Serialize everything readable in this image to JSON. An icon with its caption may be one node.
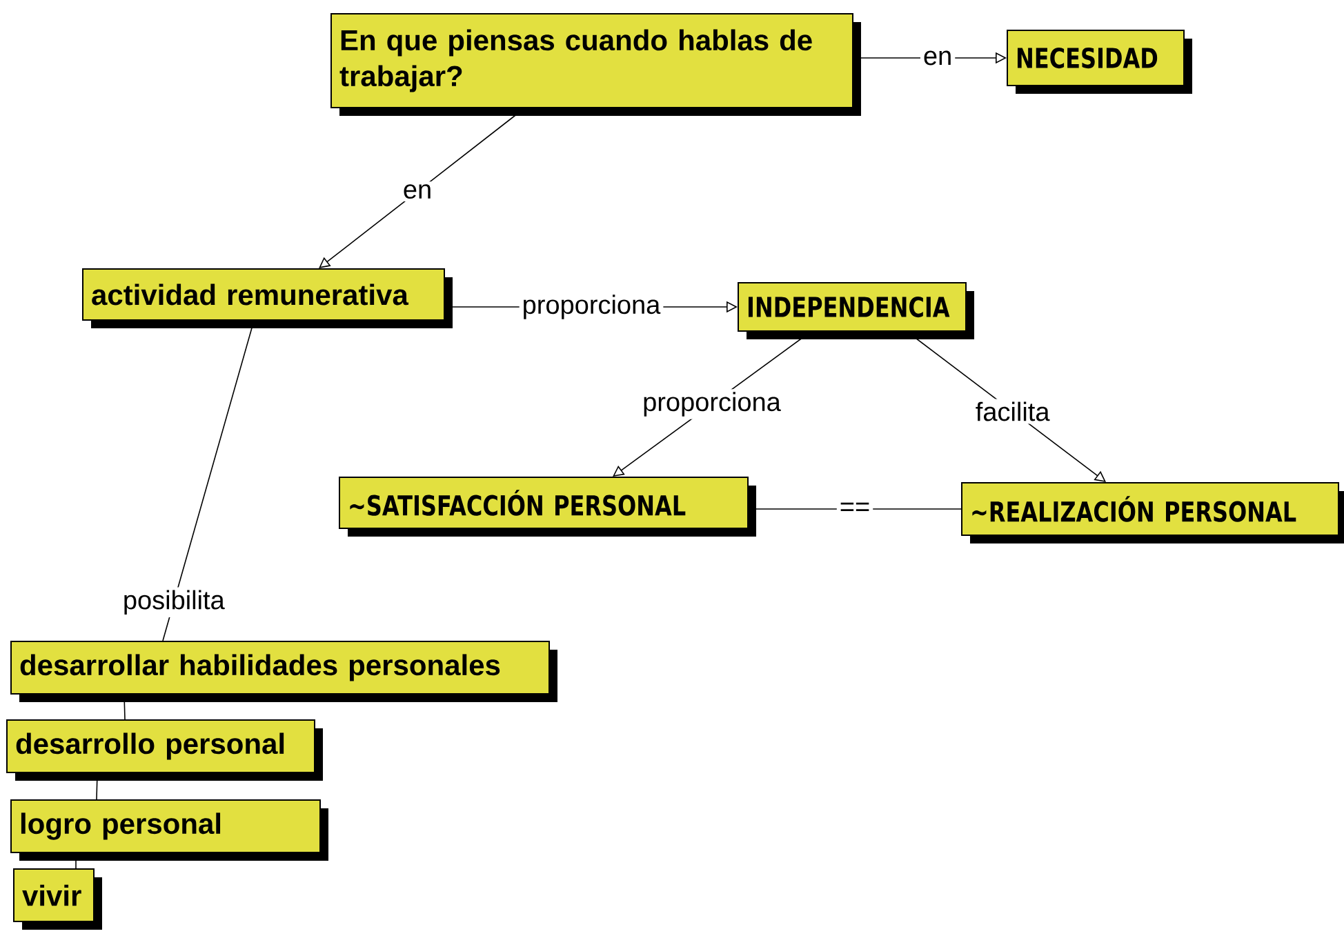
{
  "diagram": {
    "nodes": [
      {
        "text": [
          "En que piensas cuando hablas de trabajar?"
        ]
      },
      {
        "text": [
          "NECESIDAD"
        ]
      },
      {
        "text": [
          "actividad remunerativa"
        ]
      },
      {
        "text": [
          "INDEPENDENCIA"
        ]
      },
      {
        "text": [
          "~SATISFACCIÓN PERSONAL"
        ]
      },
      {
        "text": [
          "~REALIZACIÓN PERSONAL"
        ]
      },
      {
        "text": [
          "desarrollar habilidades personales"
        ]
      },
      {
        "text": [
          "desarrollo personal"
        ]
      },
      {
        "text": [
          "logro personal"
        ]
      },
      {
        "text": [
          "vivir"
        ]
      }
    ],
    "edges": [
      {
        "from": 0,
        "to": 1,
        "arrow": "to",
        "label": "en"
      },
      {
        "from": 0,
        "to": 2,
        "arrow": "to",
        "label": "en"
      },
      {
        "from": 2,
        "to": 3,
        "arrow": "to",
        "label": "proporciona"
      },
      {
        "from": 3,
        "to": 4,
        "arrow": "to",
        "label": "proporciona"
      },
      {
        "from": 3,
        "to": 5,
        "arrow": "to",
        "label": "facilita"
      },
      {
        "from": 4,
        "to": 5,
        "arrow": "none",
        "label": "=="
      },
      {
        "from": 2,
        "to": 6,
        "arrow": "none",
        "label": "posibilita"
      },
      {
        "from": 6,
        "to": 7,
        "arrow": "none"
      },
      {
        "from": 7,
        "to": 8,
        "arrow": "none"
      },
      {
        "from": 8,
        "to": 9,
        "arrow": "none"
      }
    ]
  }
}
